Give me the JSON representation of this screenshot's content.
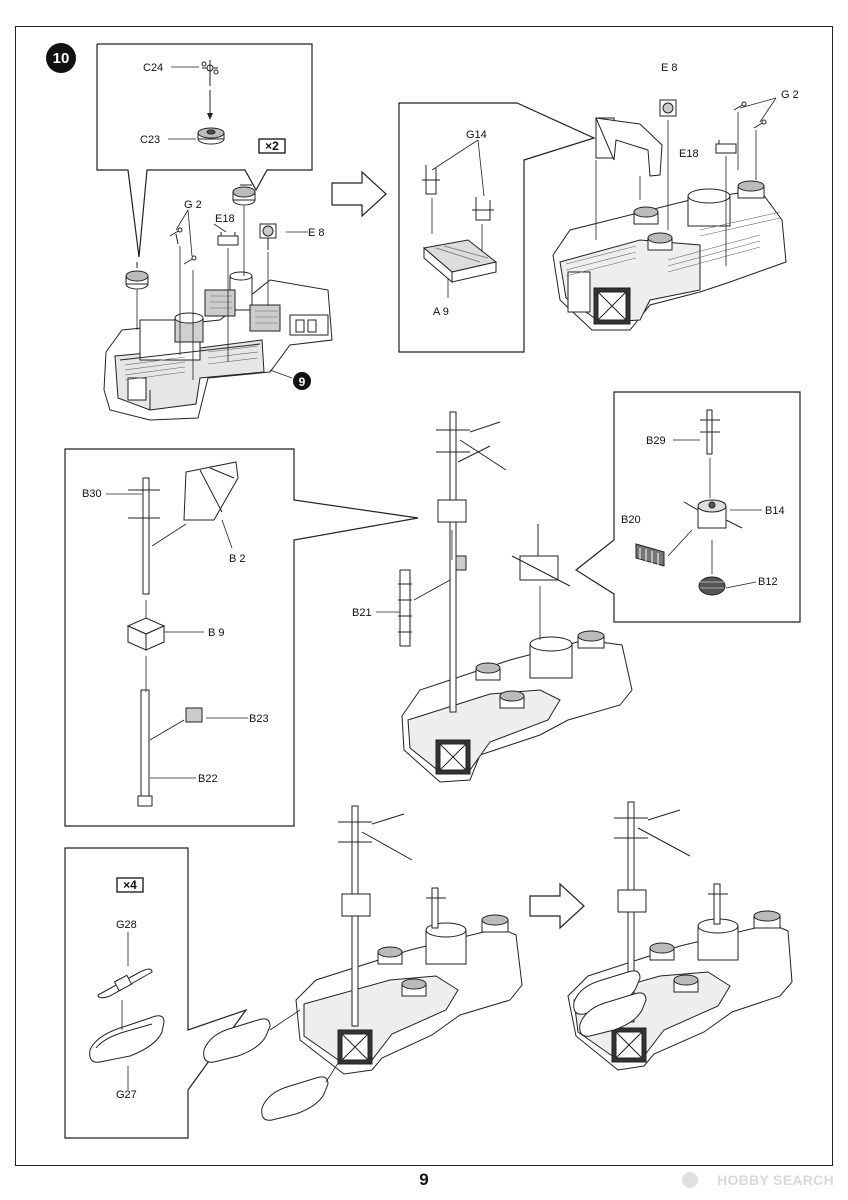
{
  "page": {
    "step_number": "10",
    "page_number": "9",
    "watermark": "HOBBY SEARCH"
  },
  "panel_a": {
    "multiplier": "×2",
    "parts": [
      "C24",
      "C23",
      "G2",
      "E18",
      "E8"
    ],
    "ref_step": "9"
  },
  "panel_b": {
    "parts": [
      "G14",
      "A9",
      "E8",
      "G2",
      "E18"
    ]
  },
  "panel_c": {
    "parts": [
      "B30",
      "B2",
      "B9",
      "B23",
      "B22",
      "B21"
    ]
  },
  "panel_d": {
    "parts": [
      "B29",
      "B20",
      "B14",
      "B12"
    ]
  },
  "panel_e": {
    "multiplier": "×4",
    "parts": [
      "G28",
      "G27"
    ]
  },
  "labels": {
    "c24": "C24",
    "c23": "C23",
    "x2": "×2",
    "g2a": "G 2",
    "e18a": "E18",
    "e8a": "E 8",
    "nine": "9",
    "g14": "G14",
    "a9": "A 9",
    "e8b": "E 8",
    "g2b": "G 2",
    "e18b": "E18",
    "b30": "B30",
    "b2": "B 2",
    "b9": "B 9",
    "b23": "B23",
    "b22": "B22",
    "b21": "B21",
    "b29": "B29",
    "b20": "B20",
    "b14": "B14",
    "b12": "B12",
    "x4": "×4",
    "g28": "G28",
    "g27": "G27"
  },
  "colors": {
    "line": "#222222",
    "fill_light": "#ffffff",
    "fill_shade": "#cfcfcf",
    "fill_dark": "#8a8a8a",
    "watermark": "#d9d9d9"
  }
}
